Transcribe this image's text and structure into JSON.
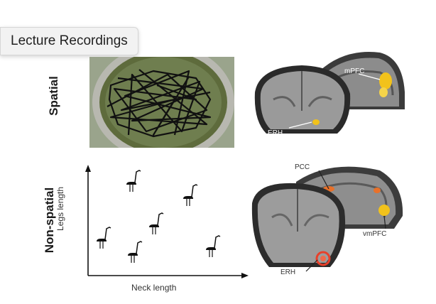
{
  "tooltip": {
    "text": "Lecture Recordings"
  },
  "rows": {
    "spatial": "Spatial",
    "nonspatial": "Non-spatial"
  },
  "brain_labels": {
    "mpfc": "mPFC",
    "erh_top": "ERH",
    "pcc": "PCC",
    "vmpfc": "vmPFC",
    "erh_bottom": "ERH"
  },
  "scatter": {
    "xlabel": "Neck length",
    "ylabel": "Legs length"
  },
  "colors": {
    "activation": "#f2c21b",
    "activation_red": "#e8402a",
    "grass": "#6f7e4f"
  }
}
